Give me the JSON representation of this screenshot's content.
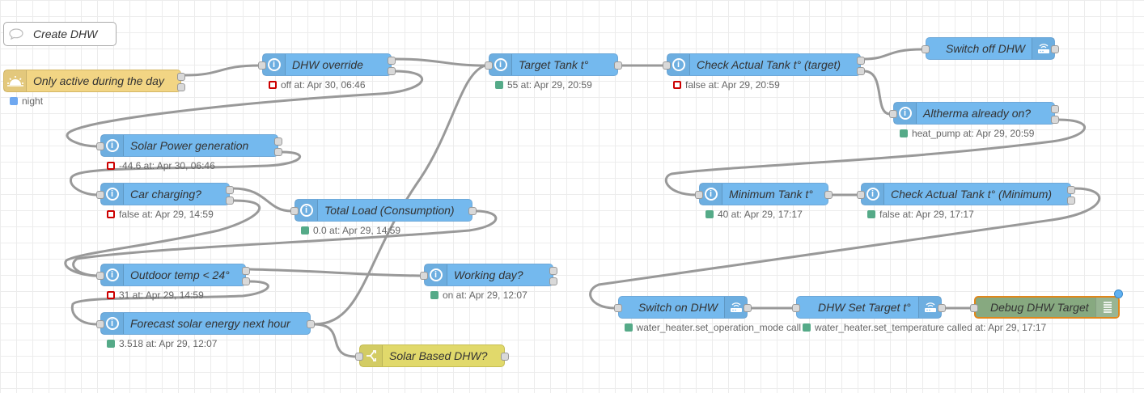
{
  "comment": {
    "label": "Create DHW"
  },
  "nodes": {
    "only_active": {
      "label": "Only active during the day",
      "status": "night",
      "status_color": "blue",
      "icon": "sun-icon"
    },
    "dhw_override": {
      "label": "DHW override",
      "status": "off at: Apr 30, 06:46",
      "status_color": "red"
    },
    "target_tank": {
      "label": "Target Tank t°",
      "status": "55 at: Apr 29, 20:59",
      "status_color": "green"
    },
    "check_actual_target": {
      "label": "Check Actual Tank t° (target)",
      "status": "false at: Apr 29, 20:59",
      "status_color": "red"
    },
    "switch_off_dhw": {
      "label": "Switch off DHW",
      "icon": "router-icon"
    },
    "altherma_on": {
      "label": "Altherma already on?",
      "status": "heat_pump at: Apr 29, 20:59",
      "status_color": "green"
    },
    "solar_power": {
      "label": "Solar Power generation",
      "status": "-44.6 at: Apr 30, 06:46",
      "status_color": "red"
    },
    "car_charging": {
      "label": "Car charging?",
      "status": "false at: Apr 29, 14:59",
      "status_color": "red"
    },
    "total_load": {
      "label": "Total Load (Consumption)",
      "status": "0.0 at: Apr 29, 14:59",
      "status_color": "green"
    },
    "min_tank": {
      "label": "Minimum Tank t°",
      "status": "40 at: Apr 29, 17:17",
      "status_color": "green"
    },
    "check_actual_min": {
      "label": "Check Actual Tank t° (Minimum)",
      "status": "false at: Apr 29, 17:17",
      "status_color": "green"
    },
    "outdoor_temp": {
      "label": "Outdoor temp < 24°",
      "status": "31 at: Apr 29, 14:59",
      "status_color": "red"
    },
    "working_day": {
      "label": "Working day?",
      "status": "on at: Apr 29, 12:07",
      "status_color": "green"
    },
    "forecast_solar": {
      "label": "Forecast solar energy next hour",
      "status": "3.518 at: Apr 29, 12:07",
      "status_color": "green"
    },
    "solar_based": {
      "label": "Solar Based DHW?",
      "icon": "switch-icon"
    },
    "switch_on_dhw": {
      "label": "Switch on DHW",
      "status": "water_heater.set_operation_mode call",
      "status_color": "green",
      "icon": "router-icon"
    },
    "dhw_set_target": {
      "label": "DHW Set Target t°",
      "status": "water_heater.set_temperature called at: Apr 29, 17:17",
      "status_color": "green",
      "icon": "router-icon"
    },
    "debug_dhw": {
      "label": "Debug DHW Target",
      "icon": "debug-list-icon"
    }
  },
  "colors": {
    "api_node": "#74b9ee",
    "sun_node": "#f2d584",
    "switch_node": "#e1d96b",
    "debug_node": "#87a980",
    "wire": "#999999"
  }
}
